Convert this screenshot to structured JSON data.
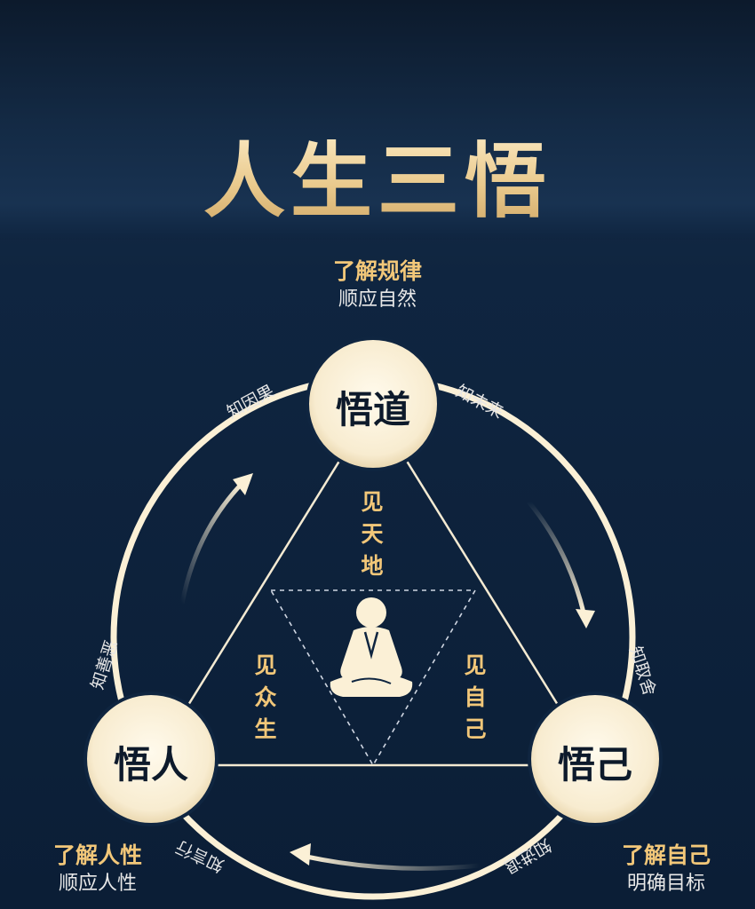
{
  "title": "人生三悟",
  "nodes": {
    "top": "悟道",
    "left": "悟人",
    "right": "悟己"
  },
  "captions": {
    "top": {
      "title": "了解规律",
      "subtitle": "顺应自然"
    },
    "left": {
      "title": "了解人性",
      "subtitle": "顺应人性"
    },
    "right": {
      "title": "了解自己",
      "subtitle": "明确目标"
    }
  },
  "arc_labels": {
    "know_cause_effect": "知因果",
    "know_future": "知未来",
    "know_good_evil": "知善恶",
    "know_take_give": "知取舍",
    "know_words_deeds": "知言行",
    "know_progress_retreat": "知进退"
  },
  "triangle_labels": {
    "heaven_earth": "见天地",
    "all_beings": "见众生",
    "self": "见自己"
  },
  "colors": {
    "background": "#0f2540",
    "gold": "#f2c779",
    "cream": "#fbf0d6",
    "ring": "#fbf0d6"
  },
  "icons": {
    "center": "meditating-person-icon"
  }
}
